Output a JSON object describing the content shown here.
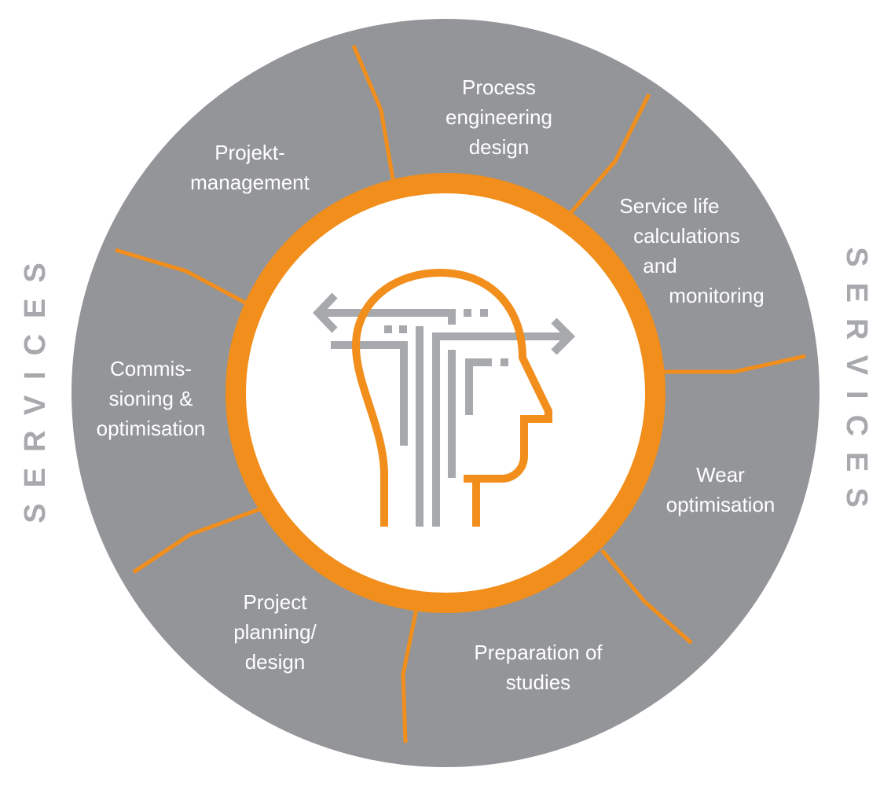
{
  "colors": {
    "gray": "#939598",
    "orange": "#f18e1c",
    "icon_gray": "#a7a9ac"
  },
  "side_label": "SERVICES",
  "segments": [
    {
      "lines": [
        "Process",
        "engineering",
        "design"
      ]
    },
    {
      "lines": [
        "Service life",
        "calculations",
        "and",
        "monitoring"
      ]
    },
    {
      "lines": [
        "Wear",
        "optimisation"
      ]
    },
    {
      "lines": [
        "Preparation of",
        "studies"
      ]
    },
    {
      "lines": [
        "Project",
        "planning/",
        "design"
      ]
    },
    {
      "lines": [
        "Commis-",
        "sioning &",
        "optimisation"
      ]
    },
    {
      "lines": [
        "Projekt-",
        "management"
      ]
    }
  ],
  "center_icon": "head-with-arrows-icon"
}
